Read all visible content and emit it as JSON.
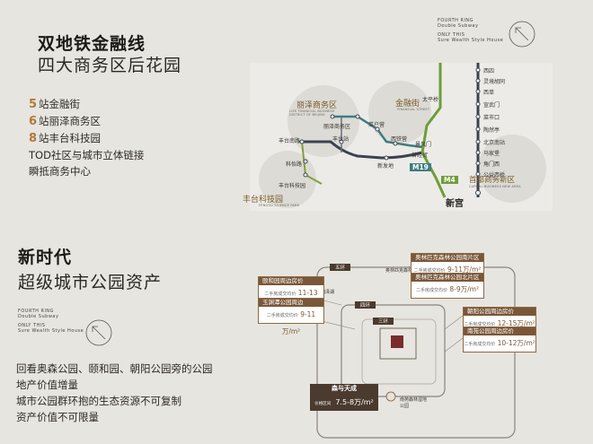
{
  "section1": {
    "title": "双地铁金融线",
    "subtitle": "四大商务区后花园",
    "bullets": [
      {
        "num": "5",
        "text": "站金融街"
      },
      {
        "num": "6",
        "text": "站丽泽商务区"
      },
      {
        "num": "8",
        "text": "站丰台科技园"
      },
      {
        "num": "",
        "text": "TOD社区与城市立体链接"
      },
      {
        "num": "",
        "text": "瞬抵商务中心"
      }
    ]
  },
  "section2": {
    "title": "新时代",
    "subtitle": "超级城市公园资产",
    "texts": [
      "回看奥森公园、颐和园、朝阳公园旁的公园",
      "地产价值增量",
      "城市公园群环抱的生态资源不可复制",
      "资产价值不可限量"
    ]
  },
  "ring_tag_top": {
    "line1": "FOURTH RING",
    "line2": "Double Subway",
    "line3": "ONLY THIS",
    "line4": "Sure Wealth Style House"
  },
  "ring_tag_left": {
    "line1": "FOURTH RING",
    "line2": "Double Subway",
    "line3": "ONLY THIS",
    "line4": "Sure Wealth Style House"
  },
  "metro_map": {
    "districts": [
      {
        "cn": "丽泽商务区",
        "en": "LIZE FINANCIAL BUSINESS DISTRICT OF BEIJING"
      },
      {
        "cn": "金融街",
        "en": "FINANCIAL STREET"
      },
      {
        "cn": "丰台科技园",
        "en": "FENGTAI SCIENCE PARK"
      },
      {
        "cn": "首都商务新区",
        "en": "CAPITAL BUSINESS NEW AREA"
      }
    ],
    "stations_right": [
      "西四",
      "灵境胡同",
      "西单",
      "宣武门",
      "菜市口",
      "陶然亭",
      "北京南站",
      "马家堡",
      "角门西",
      "公益西桥",
      "新宫"
    ],
    "stations_center": [
      "太平桥",
      "丽泽商务区",
      "菜户营",
      "西铁营",
      "景风门",
      "首经贸",
      "丰台站",
      "丰台南路",
      "科怡路",
      "丰台科技园",
      "新发地"
    ],
    "line_badges": [
      "M19",
      "M4"
    ],
    "terminal": "新宫"
  },
  "park_map": {
    "rings": [
      "五环",
      "四环",
      "三环"
    ],
    "center_title": "森与天成",
    "center_price": "7.5-8万/m²",
    "center_price_prefix": "价格区间",
    "bottom_label": "南苑森林湿地公园",
    "left_label": "丽泽湖",
    "top_label": "奥林匹克森林",
    "boxes": [
      {
        "title": "颐和园周边房价",
        "price": "11-13万/m²",
        "side": "left"
      },
      {
        "title": "玉渊潭公园周边",
        "price": "9-11万/m²",
        "side": "left"
      },
      {
        "title": "奥林匹克森林公园南片区",
        "price": "9-11万/m²",
        "side": "right"
      },
      {
        "title": "奥林匹克森林公园北片区",
        "price": "8-9万/m²",
        "side": "right"
      },
      {
        "title": "朝阳公园周边房价",
        "price": "12-15万/m²",
        "side": "right"
      },
      {
        "title": "南苑公园周边房价",
        "price": "10-12万/m²",
        "side": "right"
      }
    ],
    "price_unit_note": "二手房成交均价"
  },
  "colors": {
    "accent": "#b07a3a",
    "box_header": "#7a5738",
    "metro_line_dark": "#3c4250",
    "metro_line_green": "#7ea23c",
    "metro_line_teal": "#3e7c80"
  }
}
